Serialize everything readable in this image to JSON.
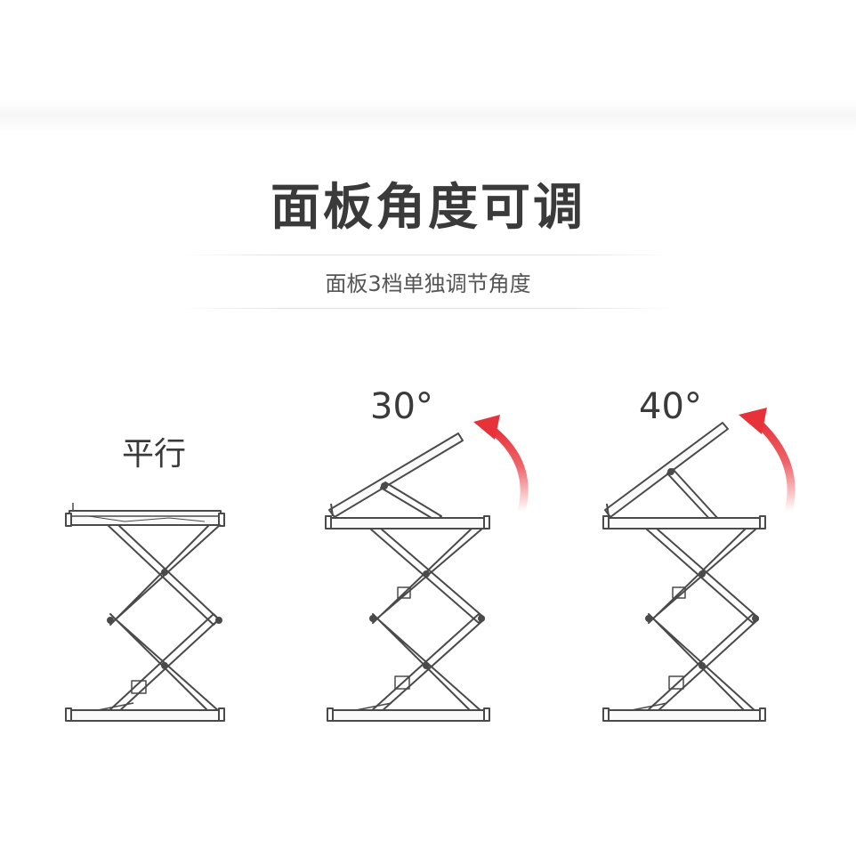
{
  "header": {
    "title": "面板角度可调",
    "subtitle": "面板3档单独调节角度"
  },
  "positions": [
    {
      "label": "平行",
      "angle_deg": 0
    },
    {
      "label": "30°",
      "angle_deg": 30
    },
    {
      "label": "40°",
      "angle_deg": 40
    }
  ],
  "colors": {
    "text": "#3a3a3a",
    "frame": "#4a4a4a",
    "arrow": "#e8323a"
  },
  "icons": {
    "arrow": "curved-arrow-icon"
  }
}
